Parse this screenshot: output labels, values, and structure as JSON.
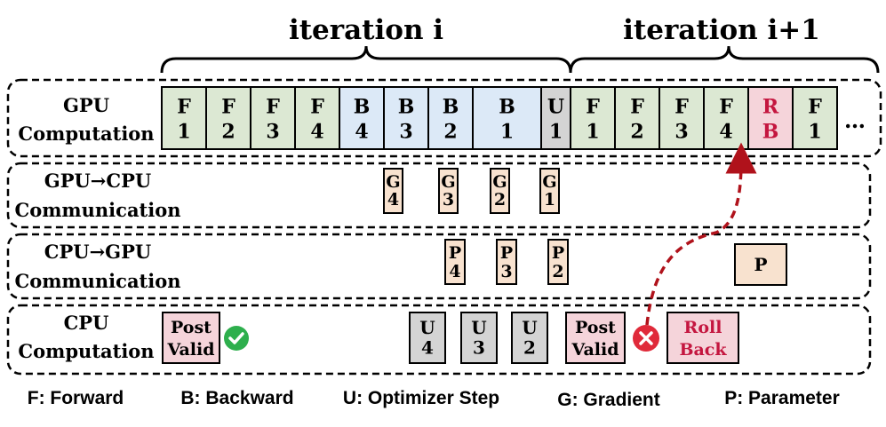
{
  "iteration_labels": [
    "iteration i",
    "iteration i+1"
  ],
  "row_labels": [
    [
      "GPU",
      "Computation"
    ],
    [
      "GPU→CPU",
      "Communication"
    ],
    [
      "CPU→GPU",
      "Communication"
    ],
    [
      "CPU",
      "Computation"
    ]
  ],
  "gpu_computation": [
    {
      "top": "F",
      "bottom": "1",
      "kind": "forward"
    },
    {
      "top": "F",
      "bottom": "2",
      "kind": "forward"
    },
    {
      "top": "F",
      "bottom": "3",
      "kind": "forward"
    },
    {
      "top": "F",
      "bottom": "4",
      "kind": "forward"
    },
    {
      "top": "B",
      "bottom": "4",
      "kind": "backward"
    },
    {
      "top": "B",
      "bottom": "3",
      "kind": "backward"
    },
    {
      "top": "B",
      "bottom": "2",
      "kind": "backward"
    },
    {
      "top": "B",
      "bottom": "1",
      "kind": "backward"
    },
    {
      "top": "U",
      "bottom": "1",
      "kind": "update"
    },
    {
      "top": "F",
      "bottom": "1",
      "kind": "forward"
    },
    {
      "top": "F",
      "bottom": "2",
      "kind": "forward"
    },
    {
      "top": "F",
      "bottom": "3",
      "kind": "forward"
    },
    {
      "top": "F",
      "bottom": "4",
      "kind": "forward"
    },
    {
      "top": "R",
      "bottom": "B",
      "kind": "rollback"
    },
    {
      "top": "F",
      "bottom": "1",
      "kind": "forward"
    }
  ],
  "gpu_continuation": "…",
  "gpu_to_cpu": [
    {
      "top": "G",
      "bottom": "4"
    },
    {
      "top": "G",
      "bottom": "3"
    },
    {
      "top": "G",
      "bottom": "2"
    },
    {
      "top": "G",
      "bottom": "1"
    }
  ],
  "cpu_to_gpu": [
    {
      "top": "P",
      "bottom": "4"
    },
    {
      "top": "P",
      "bottom": "3"
    },
    {
      "top": "P",
      "bottom": "2"
    },
    {
      "top": "P",
      "bottom": ""
    }
  ],
  "cpu_computation": {
    "post_valid_1": [
      "Post",
      "Valid"
    ],
    "updates": [
      {
        "top": "U",
        "bottom": "4"
      },
      {
        "top": "U",
        "bottom": "3"
      },
      {
        "top": "U",
        "bottom": "2"
      }
    ],
    "post_valid_2": [
      "Post",
      "Valid"
    ],
    "rollback": [
      "Roll",
      "Back"
    ],
    "status_ok_icon": "check-circle-icon",
    "status_fail_icon": "x-circle-icon"
  },
  "legend": [
    "F: Forward",
    "B: Backward",
    "U: Optimizer Step",
    "G: Gradient",
    "P: Parameter"
  ],
  "colors": {
    "forward": "#dce8d3",
    "backward": "#dce9f7",
    "update": "#d4d4d4",
    "rollback": "#f5d4da",
    "transfer": "#f8e2cf",
    "post_valid": "#f5d4da",
    "rollback_text": "#c4163f",
    "arrow": "#b0121b",
    "ok": "#2eaf4d",
    "fail": "#e02a3a"
  }
}
